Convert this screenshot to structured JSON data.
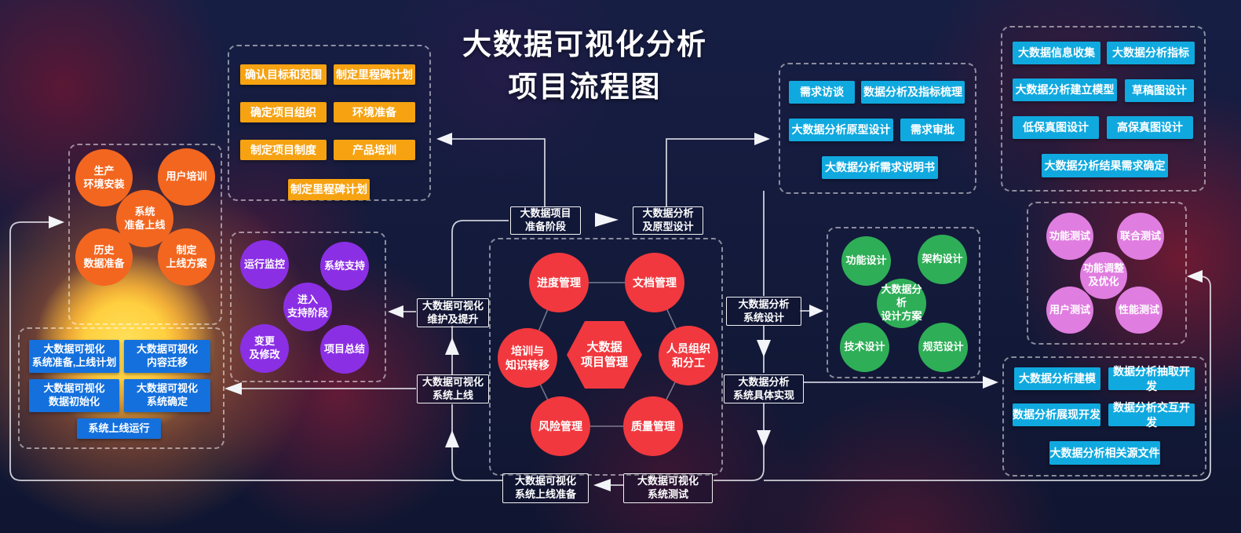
{
  "title": {
    "line1": "大数据可视化分析",
    "line2": "项目流程图"
  },
  "colors": {
    "orange_box": "#F6A211",
    "orange_circle": "#F3661F",
    "blue_box": "#1470DD",
    "purple_circle": "#8B2FE5",
    "red_node": "#F1383E",
    "cyan_box": "#10A9DF",
    "green_circle": "#2EAE57",
    "violet_circle": "#E07DE0"
  },
  "prep_group": {
    "boxes": [
      "确认目标和范围",
      "制定里程碑计划",
      "确定项目组织",
      "环境准备",
      "制定项目制度",
      "产品培训",
      "制定里程碑计划"
    ]
  },
  "launch_group": {
    "circles": [
      "生产\n环境安装",
      "用户培训",
      "系统\n准备上线",
      "历史\n数据准备",
      "制定\n上线方案"
    ]
  },
  "online_group": {
    "boxes": [
      "大数据可视化\n系统准备,上线计划",
      "大数据可视化\n内容迁移",
      "大数据可视化\n数据初始化",
      "大数据可视化\n系统确定",
      "系统上线运行"
    ]
  },
  "support_group": {
    "circles": [
      "运行监控",
      "系统支持",
      "进入\n支持阶段",
      "变更\n及修改",
      "项目总结"
    ]
  },
  "management_group": {
    "hexagon": "大数据\n项目管理",
    "circles": [
      "进度管理",
      "文档管理",
      "培训与\n知识转移",
      "人员组织\n和分工",
      "风险管理",
      "质量管理"
    ]
  },
  "stages": {
    "prep": "大数据项目\n准备阶段",
    "prototype": "大数据分析\n及原型设计",
    "maintain": "大数据可视化\n维护及提升",
    "online": "大数据可视化\n系统上线",
    "design": "大数据分析\n系统设计",
    "implement": "大数据分析\n系统具体实现",
    "launch_ready": "大数据可视化\n系统上线准备",
    "test": "大数据可视化\n系统测试"
  },
  "requirement_group": {
    "boxes": [
      "需求访谈",
      "数据分析及指标梳理",
      "大数据分析原型设计",
      "需求审批",
      "大数据分析需求说明书"
    ]
  },
  "analysis_group": {
    "boxes": [
      "大数据信息收集",
      "大数据分析指标",
      "大数据分析建立模型",
      "草稿图设计",
      "低保真图设计",
      "高保真图设计",
      "大数据分析结果需求确定"
    ]
  },
  "design_group": {
    "circles": [
      "功能设计",
      "架构设计",
      "大数据分析\n设计方案",
      "技术设计",
      "规范设计"
    ]
  },
  "test_group": {
    "circles": [
      "功能测试",
      "联合测试",
      "功能调整\n及优化",
      "用户测试",
      "性能测试"
    ]
  },
  "dev_group": {
    "boxes": [
      "大数据分析建模",
      "数据分析抽取开发",
      "数据分析展现开发",
      "数据分析交互开发",
      "大数据分析相关源文件"
    ]
  }
}
